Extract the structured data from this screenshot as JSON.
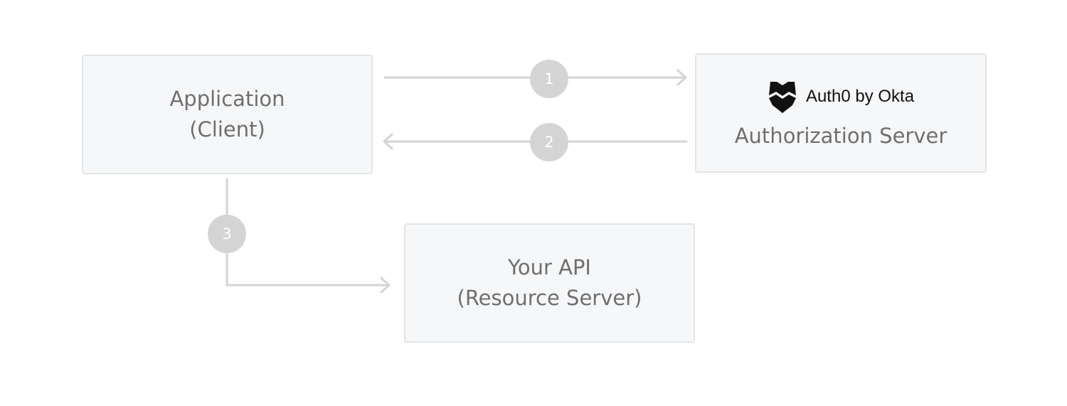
{
  "colors": {
    "box_fill": "#f6f7f9",
    "box_border": "#e3e4e6",
    "text": "#6f6f6f",
    "connector": "#d4d4d5",
    "brand": "#111111"
  },
  "nodes": {
    "application": {
      "line1": "Application",
      "line2": "(Client)"
    },
    "authorization_server": {
      "brand_icon": "shield-icon",
      "brand_name": "Auth0 by Okta",
      "label": "Authorization Server"
    },
    "api": {
      "line1": "Your API",
      "line2": "(Resource Server)"
    }
  },
  "steps": {
    "step1": "1",
    "step2": "2",
    "step3": "3"
  }
}
